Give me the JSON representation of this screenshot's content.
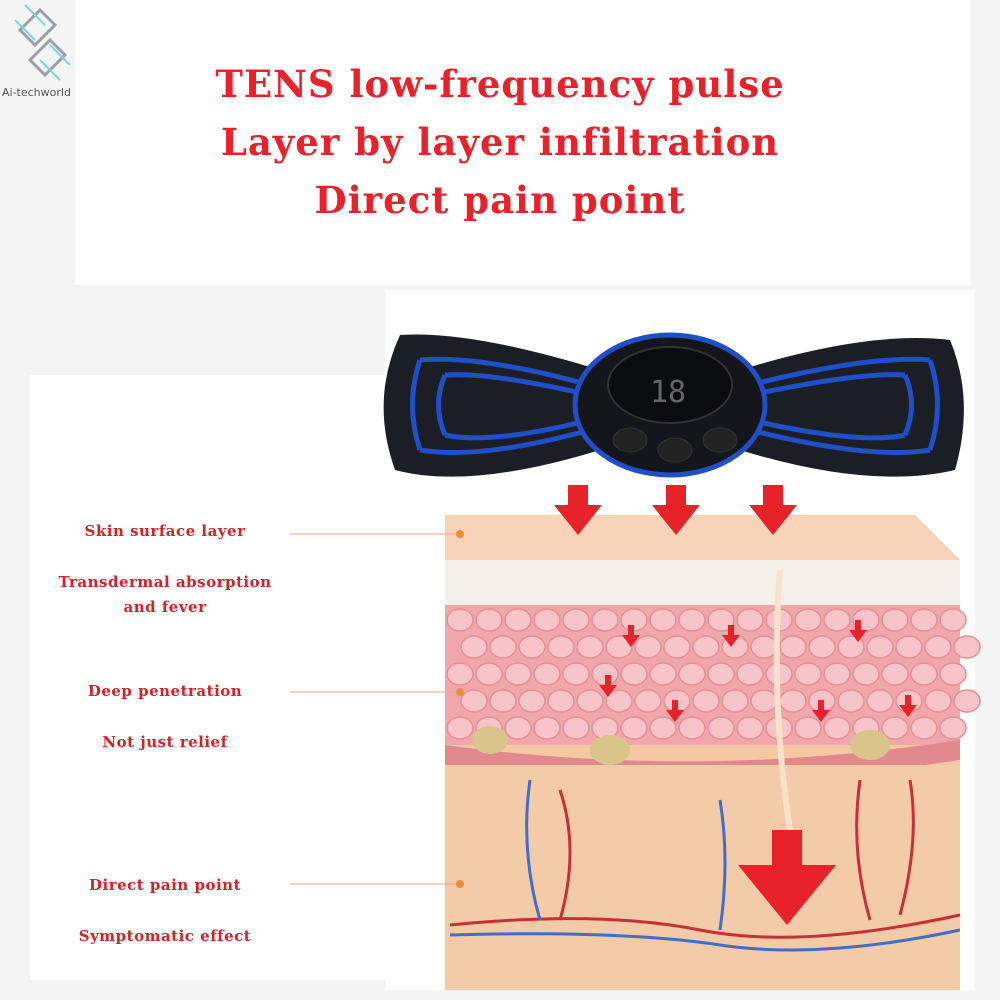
{
  "logo": {
    "text": "Ai-techworld",
    "icon": "circuit-logo-icon"
  },
  "headline": {
    "line1": "TENS low-frequency pulse",
    "line2": "Layer by layer infiltration",
    "line3": "Direct pain point"
  },
  "labels": [
    {
      "text": "Skin surface layer"
    },
    {
      "text": "Transdermal absorption"
    },
    {
      "text": "and fever"
    },
    {
      "text": "Deep penetration"
    },
    {
      "text": "Not just relief"
    },
    {
      "text": "Direct pain point"
    },
    {
      "text": "Symptomatic effect"
    }
  ],
  "colors": {
    "accent": "#e8222a",
    "device_blue": "#1f4fc9",
    "skin": "#f1c29c"
  }
}
